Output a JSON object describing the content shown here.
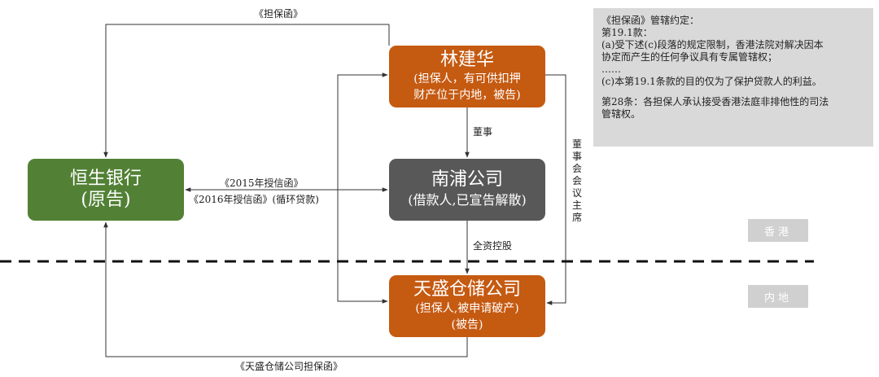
{
  "nodes": {
    "bank": {
      "name": "恒生银行",
      "role": "(原告)"
    },
    "lin": {
      "name": "林建华",
      "role_line1": "(担保人，有可供扣押",
      "role_line2": "财产位于内地，被告)"
    },
    "nanpu": {
      "name": "南浦公司",
      "role": "(借款人,已宣告解散)"
    },
    "tian": {
      "name": "天盛仓储公司",
      "role_line1": "(担保人,被申请破产)",
      "role_line2": "(被告)"
    }
  },
  "edges": {
    "lin_guarantee": "《担保函》",
    "credit_2015": "《2015年授信函》",
    "credit_2016": "《2016年授信函》(循环贷款)",
    "director": "董事",
    "chairman": "董事会会议主席",
    "wholly_owned": "全资控股",
    "tian_guarantee": "《天盛仓储公司担保函》"
  },
  "note": {
    "title": "《担保函》管辖约定：",
    "clause_19_1": "第19.1款：",
    "line_a1": " (a)受下述(c)段落的规定限制，香港法院对解决因本",
    "line_a2": "协定而产生的任何争议具有专属管辖权；",
    "ellipsis": "……",
    "line_c": "(c)本第19.1条款的目的仅为了保护贷款人的利益。",
    "clause_28_1": "第28条：各担保人承认接受香港法庭非排他性的司法",
    "clause_28_2": "管辖权。"
  },
  "regions": {
    "hk": "香港",
    "mainland": "内地"
  },
  "colors": {
    "bank": "#528136",
    "guarantor": "#c55a11",
    "borrower": "#585858",
    "note_bg": "#d9d9d9",
    "region_bg": "#d0d0d0"
  }
}
